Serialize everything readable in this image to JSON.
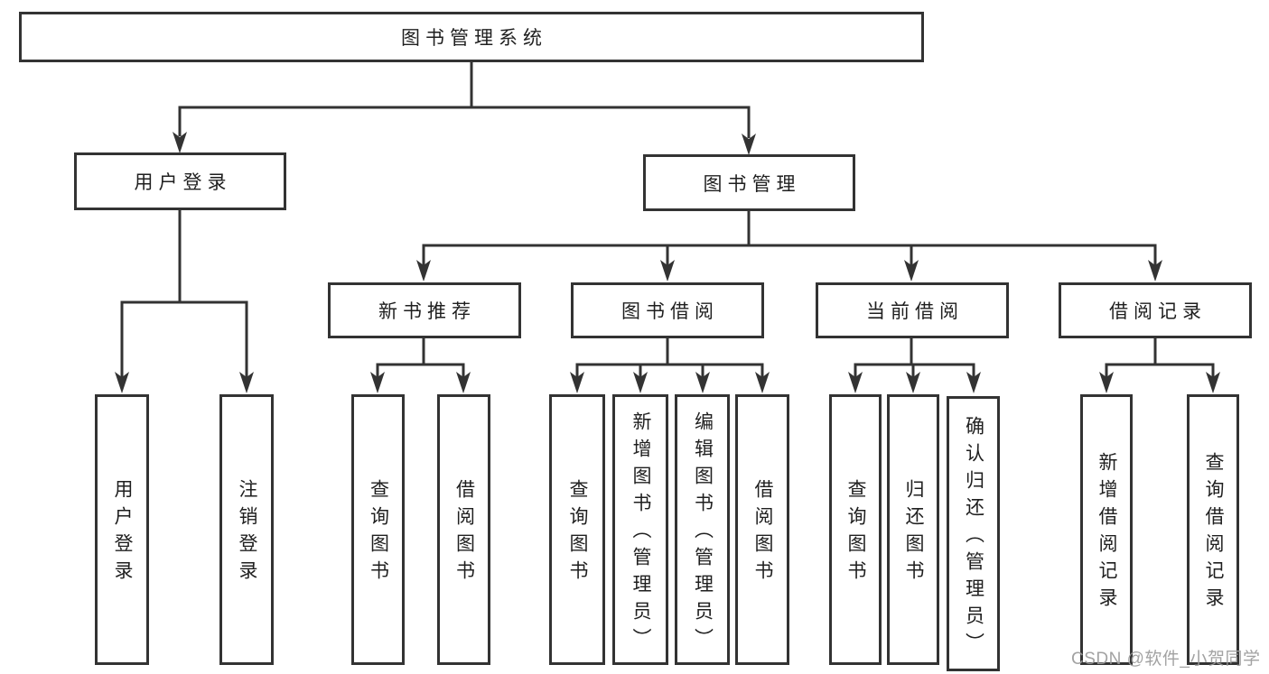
{
  "style": {
    "line_color": "#333333",
    "text_color": "#1f1f1f",
    "box_background": "#ffffff",
    "page_background": "#ffffff",
    "watermark_color": "#9b9b9b"
  },
  "watermark": {
    "text": "CSDN @软件_小贺同学"
  },
  "hierarchy": {
    "label": "图书管理系统",
    "children": [
      {
        "label": "用户登录",
        "children": [
          {
            "label": "用户登录"
          },
          {
            "label": "注销登录"
          }
        ]
      },
      {
        "label": "图书管理",
        "children": [
          {
            "label": "新书推荐",
            "children": [
              {
                "label": "查询图书"
              },
              {
                "label": "借阅图书"
              }
            ]
          },
          {
            "label": "图书借阅",
            "children": [
              {
                "label": "查询图书"
              },
              {
                "label": "新增图书（管理员）"
              },
              {
                "label": "编辑图书（管理员）"
              },
              {
                "label": "借阅图书"
              }
            ]
          },
          {
            "label": "当前借阅",
            "children": [
              {
                "label": "查询图书"
              },
              {
                "label": "归还图书"
              },
              {
                "label": "确认归还（管理员）"
              }
            ]
          },
          {
            "label": "借阅记录",
            "children": [
              {
                "label": "新增借阅记录"
              },
              {
                "label": "查询借阅记录"
              }
            ]
          }
        ]
      }
    ]
  }
}
